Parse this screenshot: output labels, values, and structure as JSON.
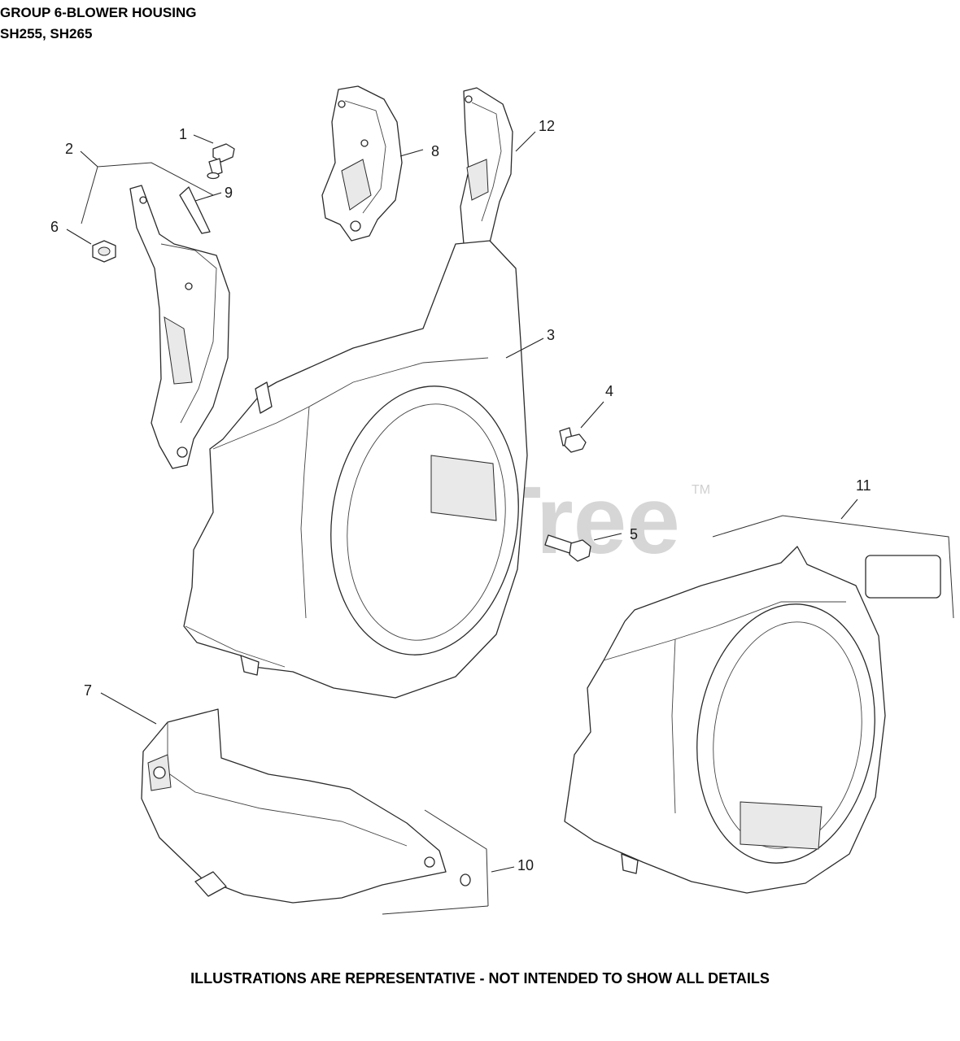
{
  "header": {
    "title_line1": "GROUP 6-BLOWER HOUSING",
    "title_line2": "SH255, SH265"
  },
  "watermark": {
    "text": "PartsTree",
    "tm": "TM"
  },
  "callouts": {
    "c1": "1",
    "c2": "2",
    "c3": "3",
    "c4": "4",
    "c5": "5",
    "c6": "6",
    "c7": "7",
    "c8": "8",
    "c9": "9",
    "c10": "10",
    "c11": "11",
    "c12": "12"
  },
  "footer": {
    "note": "ILLUSTRATIONS ARE REPRESENTATIVE - NOT INTENDED TO SHOW ALL DETAILS"
  }
}
